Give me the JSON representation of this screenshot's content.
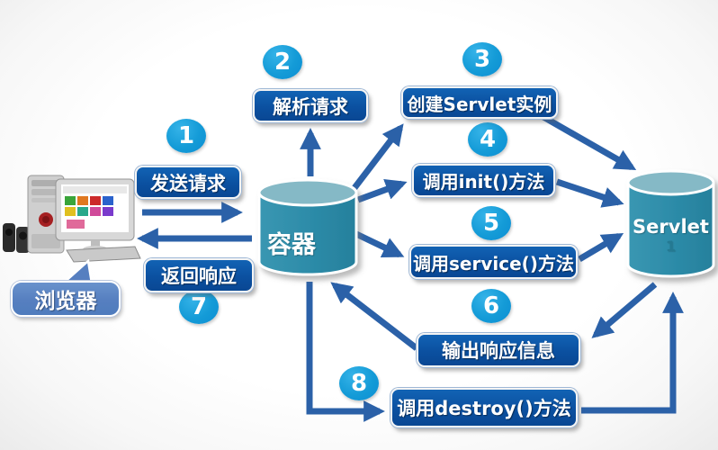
{
  "diagram": {
    "nodes": {
      "browser": {
        "label": "浏览器"
      },
      "container": {
        "label": "容器"
      },
      "servlet": {
        "label": "Servlet",
        "sub_mark": "1"
      }
    },
    "steps": [
      {
        "num": "1",
        "label": "发送请求"
      },
      {
        "num": "2",
        "label": "解析请求"
      },
      {
        "num": "3",
        "label": "创建Servlet实例"
      },
      {
        "num": "4",
        "label": "调用init()方法"
      },
      {
        "num": "5",
        "label": "调用service()方法"
      },
      {
        "num": "6",
        "label": "输出响应信息"
      },
      {
        "num": "7",
        "label": "返回响应"
      },
      {
        "num": "8",
        "label": "调用destroy()方法"
      }
    ],
    "icons": {
      "computer": "desktop-computer-icon",
      "container": "database-cylinder-icon",
      "servlet": "database-cylinder-icon"
    },
    "colors": {
      "step_badge": "#149bd7",
      "step_label_bg": "#0b50a0",
      "arrow": "#2b61a8",
      "cylinder_body": "#2d8ca9",
      "cylinder_top": "#85b9c6",
      "browser_bubble": "#567fc0"
    }
  }
}
